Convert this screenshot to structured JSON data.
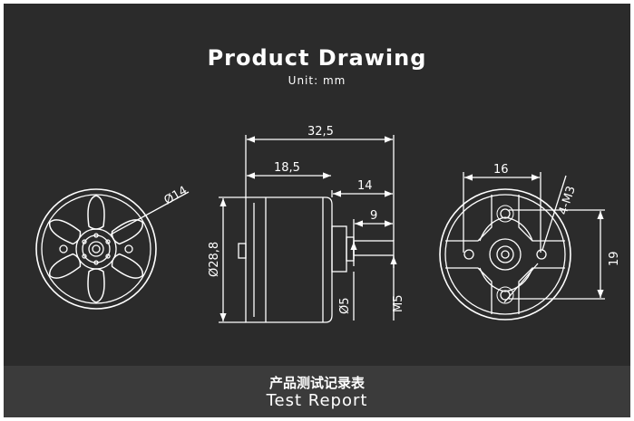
{
  "colors": {
    "background": "#2b2b2b",
    "line": "#ffffff",
    "footer": "#3b3b3b"
  },
  "header": {
    "title": "Product Drawing",
    "unit": "Unit: mm"
  },
  "dimensions": {
    "overall_length": "32,5",
    "body_length": "18,5",
    "shaft_extension": "14",
    "shaft_tip": "9",
    "body_diameter": "Ø28,8",
    "shaft_diameter": "Ø5",
    "shaft_thread": "M5",
    "front_diameter": "Ø14",
    "hole_spacing_h": "16",
    "hole_spacing_v": "19",
    "mount_holes": "4-M3"
  },
  "footer": {
    "title_cn": "产品测试记录表",
    "title_en": "Test Report"
  }
}
